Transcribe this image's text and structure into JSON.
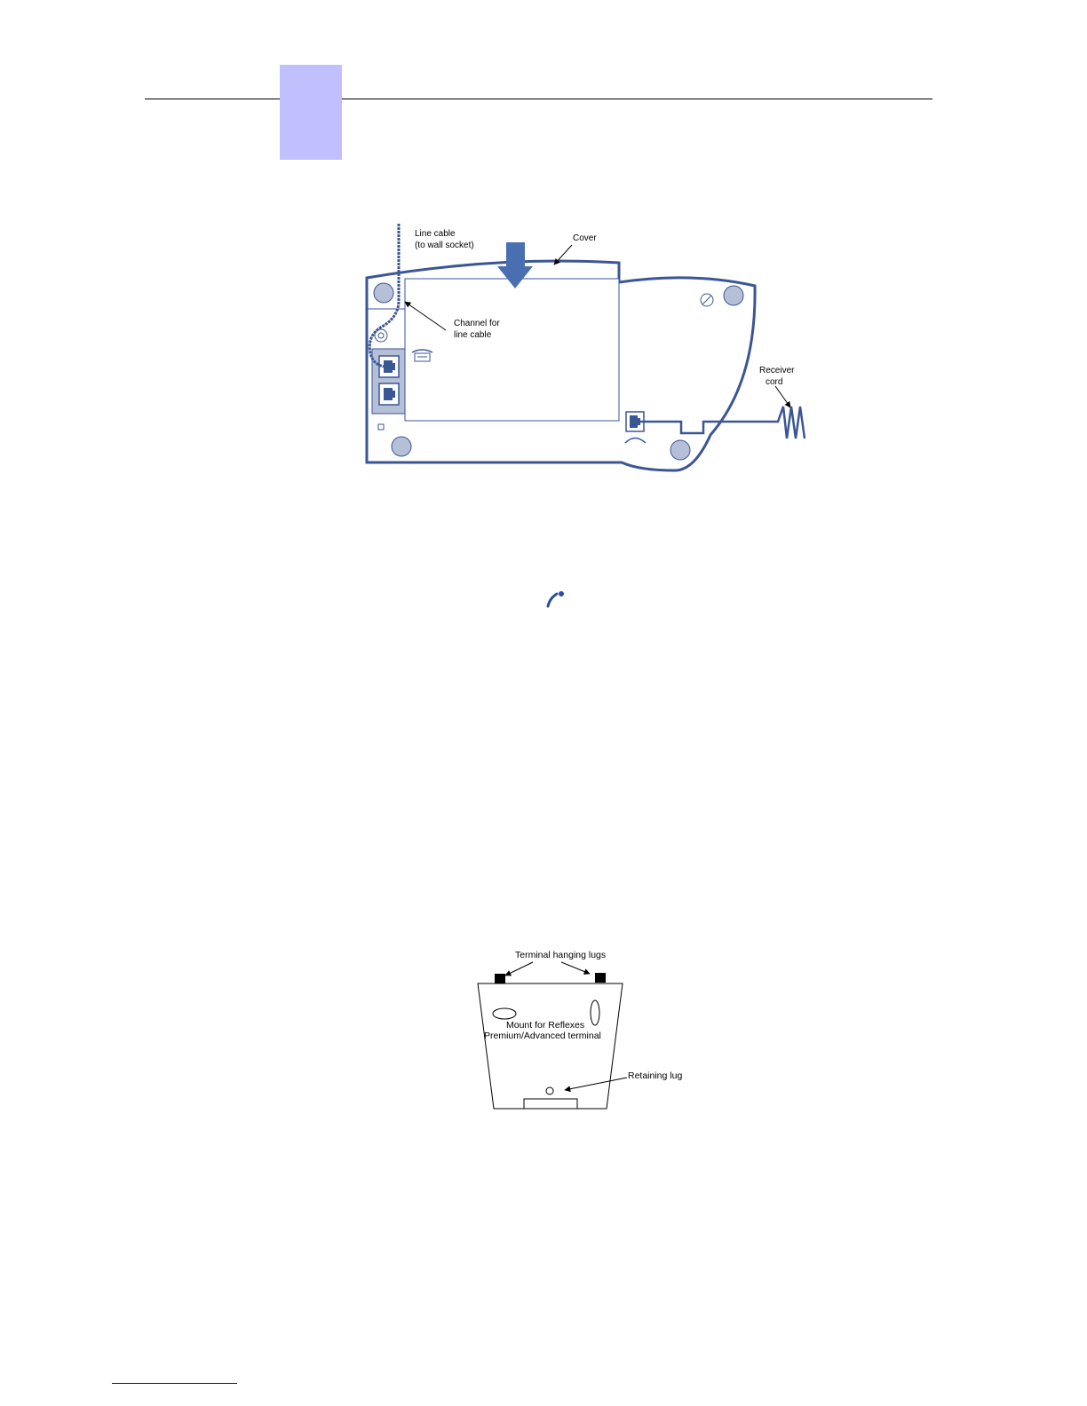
{
  "figure_1": {
    "labels": {
      "line_cable_1": "Line cable",
      "line_cable_2": "(to wall socket)",
      "cover": "Cover",
      "channel_1": "Channel for",
      "channel_2": "line cable",
      "receiver_1": "Receiver",
      "receiver_2": "cord"
    },
    "colors": {
      "outline": "#3b5694",
      "fill": "#b5c0d8",
      "arrow": "#4a6fb0"
    }
  },
  "figure_2": {
    "labels": {
      "hanging_lugs": "Terminal hanging lugs",
      "mount_1": "Mount for Reflexes",
      "mount_2": "Premium/Advanced terminal",
      "retaining_lug": "Retaining lug"
    }
  },
  "inline_icon": "handset-icon",
  "colors": {
    "chapter_tab": "#c0c0ff",
    "footer_link": "#0000cc"
  }
}
